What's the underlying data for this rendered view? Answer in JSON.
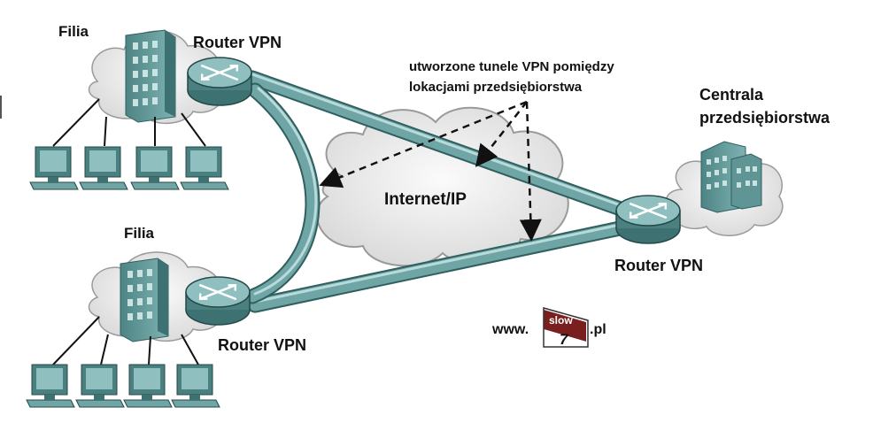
{
  "diagram": {
    "branch_top": {
      "label": "Filia",
      "router_label": "Router VPN"
    },
    "branch_bottom": {
      "label": "Filia",
      "router_label": "Router VPN"
    },
    "headquarters": {
      "label_line1": "Centrala",
      "label_line2": "przedsiębiorstwa",
      "router_label": "Router VPN"
    },
    "internet": {
      "label": "Internet/IP"
    },
    "tunnel_note": {
      "line1": "utworzone tunele VPN pomiędzy",
      "line2": "lokacjami przedsiębiorstwa"
    },
    "watermark": {
      "prefix": "www.",
      "logo_top": "slow",
      "logo_bottom": "7",
      "suffix": ".pl"
    },
    "colors": {
      "teal_dark": "#4a8080",
      "teal_mid": "#6fa5a5",
      "teal_light": "#a9cfcf",
      "cloud": "#e6e6e6",
      "logo_brown": "#7a1f1f"
    }
  }
}
